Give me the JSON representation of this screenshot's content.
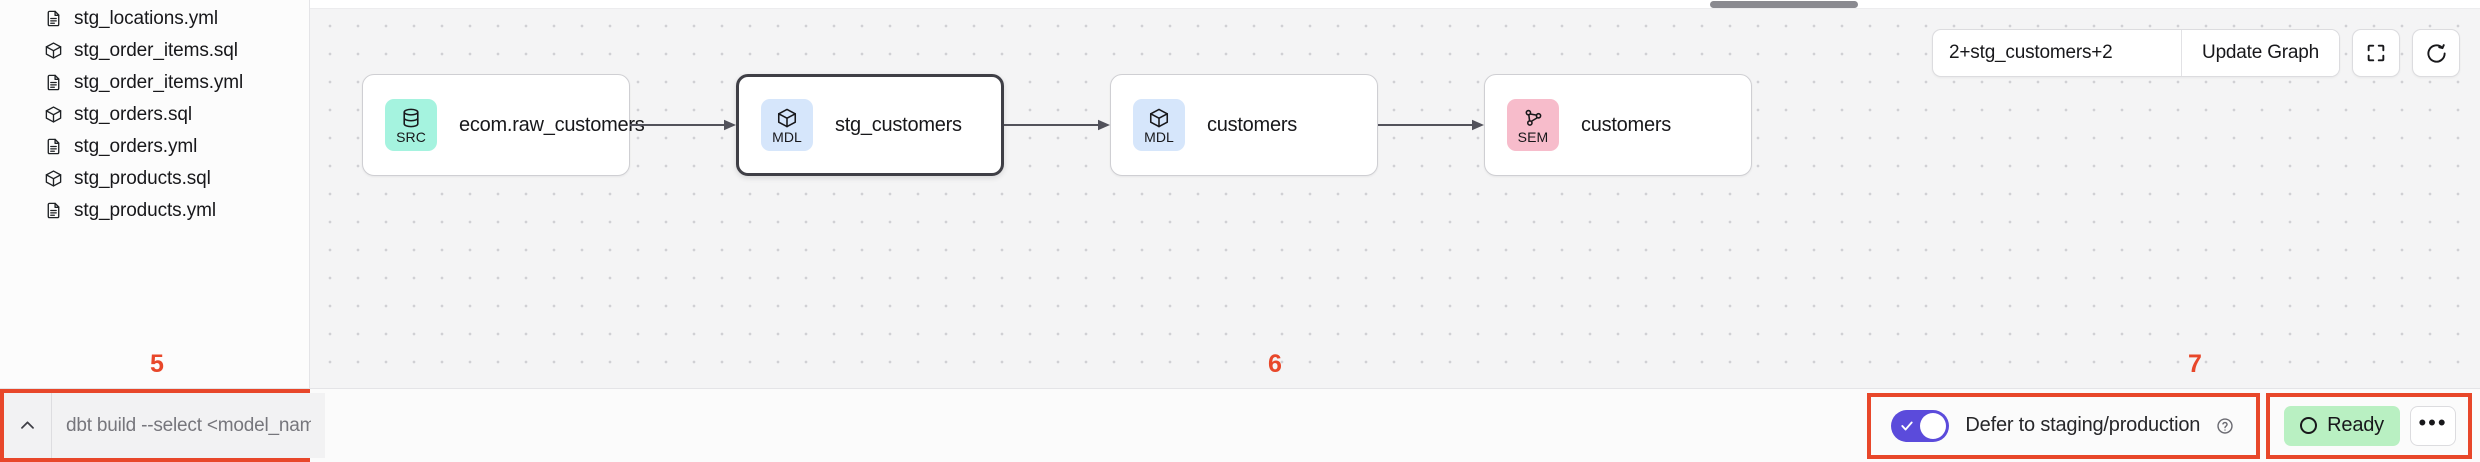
{
  "sidebar": {
    "files": [
      {
        "name": "stg_locations.yml",
        "icon": "file-yml-icon",
        "kind": "yml"
      },
      {
        "name": "stg_order_items.sql",
        "icon": "cube-sql-icon",
        "kind": "sql"
      },
      {
        "name": "stg_order_items.yml",
        "icon": "file-yml-icon",
        "kind": "yml"
      },
      {
        "name": "stg_orders.sql",
        "icon": "cube-sql-icon",
        "kind": "sql"
      },
      {
        "name": "stg_orders.yml",
        "icon": "file-yml-icon",
        "kind": "yml"
      },
      {
        "name": "stg_products.sql",
        "icon": "cube-sql-icon",
        "kind": "sql"
      },
      {
        "name": "stg_products.yml",
        "icon": "file-yml-icon",
        "kind": "yml"
      }
    ]
  },
  "graph_toolbar": {
    "search_value": "2+stg_customers+2",
    "search_placeholder": "",
    "update_graph_label": "Update Graph",
    "fullscreen_icon": "expand-fullscreen-icon",
    "refresh_icon": "refresh-icon"
  },
  "lineage": {
    "nodes": [
      {
        "badge_text": "SRC",
        "badge_color": "#a5f3df",
        "icon": "database-icon",
        "title": "ecom.raw_customers",
        "selected": false
      },
      {
        "badge_text": "MDL",
        "badge_color": "#d6e6fb",
        "icon": "cube-icon",
        "title": "stg_customers",
        "selected": true
      },
      {
        "badge_text": "MDL",
        "badge_color": "#d6e6fb",
        "icon": "cube-icon",
        "title": "customers",
        "selected": false
      },
      {
        "badge_text": "SEM",
        "badge_color": "#f7bccb",
        "icon": "network-graph-icon",
        "title": "customers",
        "selected": false
      }
    ]
  },
  "command_bar": {
    "collapse_icon": "chevron-up-icon",
    "placeholder": "dbt build --select <model_name>",
    "value": ""
  },
  "status_bar": {
    "defer_toggle": {
      "label": "Defer to staging/production",
      "checked": true,
      "toggle_color": "#5b4bdb",
      "help_icon": "help-circle-icon"
    },
    "status": {
      "label": "Ready",
      "badge_color": "#b9f0c2",
      "dot_icon": "status-circle-icon"
    },
    "more_menu_label": "•••"
  },
  "annotations": {
    "five": "5",
    "six": "6",
    "seven": "7",
    "color": "#e8472a"
  }
}
